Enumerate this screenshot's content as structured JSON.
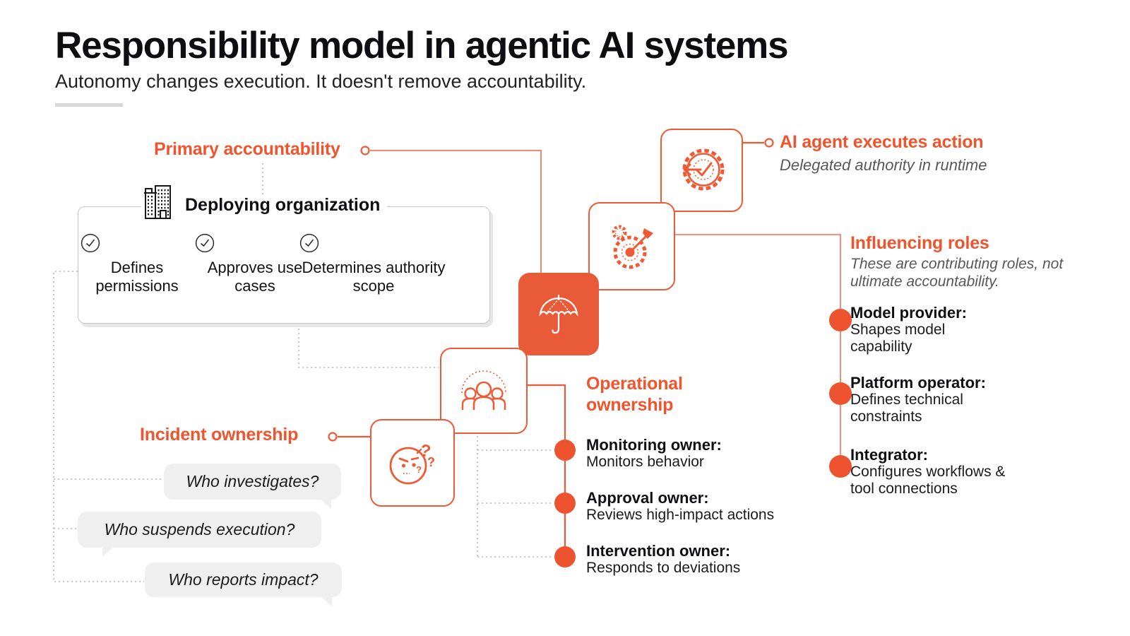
{
  "colors": {
    "accent": "#ee5a35",
    "accent_text": "#f0542c",
    "umbrella_fill": "#e95b38"
  },
  "header": {
    "title": "Responsibility model in agentic AI systems",
    "subtitle": "Autonomy changes execution. It doesn't remove accountability."
  },
  "primary_accountability": {
    "label": "Primary accountability"
  },
  "deploying_org": {
    "title": "Deploying organization",
    "icon": "building-icon",
    "items": [
      {
        "icon": "check-circle-icon",
        "label": "Defines permissions"
      },
      {
        "icon": "check-circle-icon",
        "label": "Approves use cases"
      },
      {
        "icon": "check-circle-icon",
        "label": "Determines authority scope"
      }
    ]
  },
  "ai_agent": {
    "title": "AI agent executes action",
    "subtitle": "Delegated authority in runtime",
    "icon": "agent-gear-check-icon"
  },
  "cascade_icons": [
    "agent-gear-check-icon",
    "gears-target-icon",
    "umbrella-icon",
    "team-icon",
    "confused-face-icon"
  ],
  "influencing_roles": {
    "title": "Influencing roles",
    "note": "These are contributing roles, not ultimate accountability.",
    "roles": [
      {
        "name": "Model provider:",
        "desc": "Shapes model capability"
      },
      {
        "name": "Platform operator:",
        "desc": "Defines technical constraints"
      },
      {
        "name": "Integrator:",
        "desc": "Configures workflows & tool connections"
      }
    ]
  },
  "operational_ownership": {
    "title": "Operational ownership",
    "owners": [
      {
        "name": "Monitoring owner:",
        "desc": "Monitors behavior"
      },
      {
        "name": "Approval owner:",
        "desc": "Reviews high-impact actions"
      },
      {
        "name": "Intervention owner:",
        "desc": "Responds to deviations"
      }
    ]
  },
  "incident_ownership": {
    "label": "Incident ownership",
    "questions": [
      {
        "text": "Who investigates?"
      },
      {
        "text": "Who suspends execution?"
      },
      {
        "text": "Who reports impact?"
      }
    ]
  }
}
